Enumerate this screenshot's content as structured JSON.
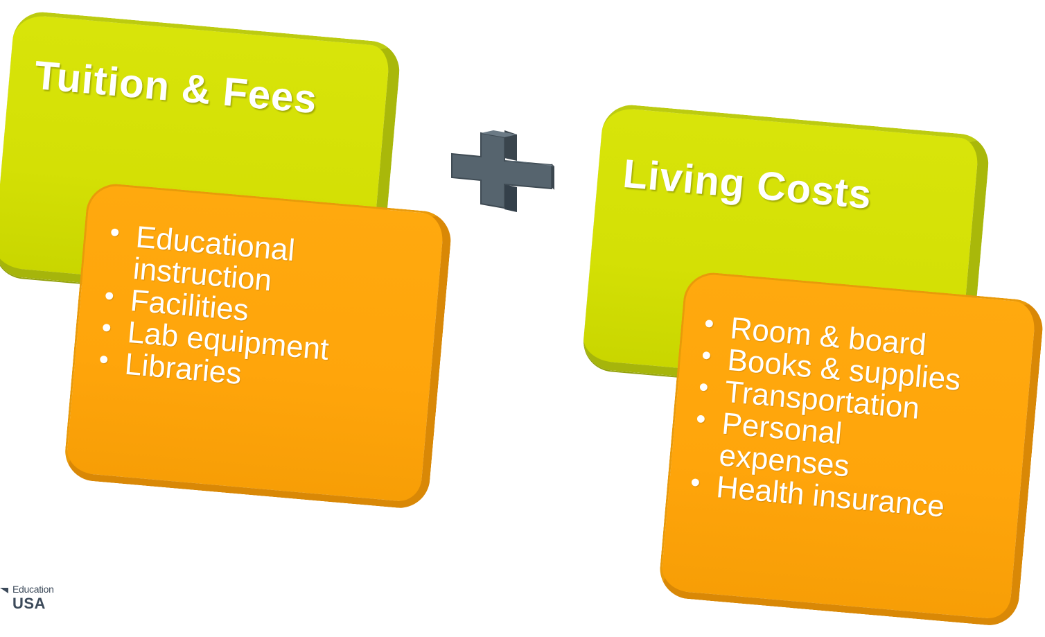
{
  "left_group": {
    "title": "Tuition & Fees",
    "items": [
      "Educational instruction",
      "Facilities",
      "Lab equipment",
      "Libraries"
    ]
  },
  "operator": {
    "symbol": "plus-icon"
  },
  "right_group": {
    "title": "Living Costs",
    "items": [
      "Room & board",
      "Books & supplies",
      "Transportation",
      "Personal expenses",
      "Health insurance"
    ]
  },
  "logo": {
    "line1": "Education",
    "line2": "USA"
  },
  "colors": {
    "green": "#d4e005",
    "orange": "#ffa50b",
    "plus": "#4f5f6a"
  }
}
